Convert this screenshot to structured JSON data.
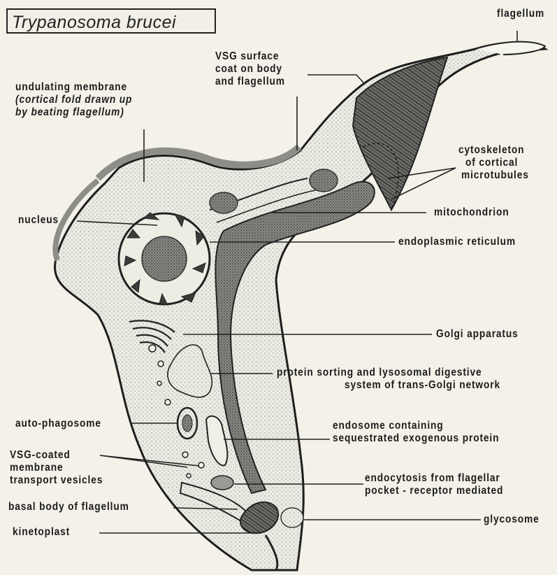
{
  "title": "Trypanosoma brucei",
  "labels": {
    "flagellum": "flagellum",
    "vsg_coat": [
      "VSG surface",
      "coat on body",
      "and flagellum"
    ],
    "undulating": "undulating membrane",
    "undulating_note": [
      "(cortical fold drawn up",
      "by beating flagellum)"
    ],
    "cytoskeleton": [
      "cytoskeleton",
      "of cortical",
      "microtubules"
    ],
    "nucleus": "nucleus",
    "mitochondrion": "mitochondrion",
    "er": "endoplasmic reticulum",
    "golgi": "Golgi apparatus",
    "sorting": [
      "protein sorting and lysosomal digestive",
      "system of trans-Golgi network"
    ],
    "autophagosome": "auto-phagosome",
    "endosome": [
      "endosome containing",
      "sequestrated exogenous protein"
    ],
    "vesicles": [
      "VSG-coated",
      "membrane",
      "transport vesicles"
    ],
    "endocytosis": [
      "endocytosis from flagellar",
      "pocket - receptor mediated"
    ],
    "basal_body": "basal body of flagellum",
    "glycosome": "glycosome",
    "kinetoplast": "kinetoplast"
  }
}
